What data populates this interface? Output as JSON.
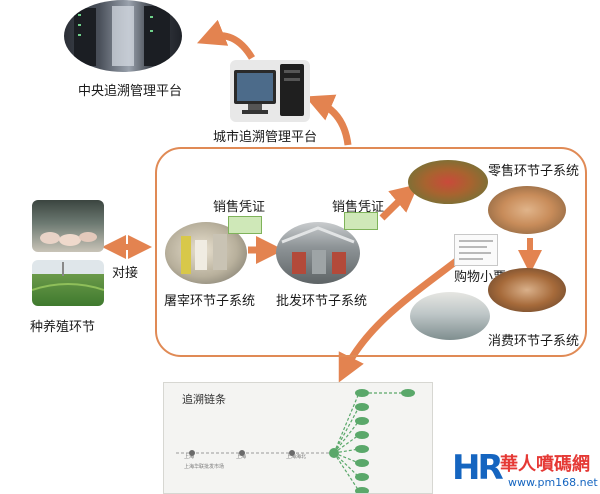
{
  "nodes": {
    "central": "中央追溯管理平台",
    "city": "城市追溯管理平台",
    "farming": "种养殖环节",
    "docking": "对接",
    "slaughter": "屠宰环节子系统",
    "wholesale": "批发环节子系统",
    "retail": "零售环节子系统",
    "consumption": "消费环节子系统",
    "receipt": "购物小票",
    "sales_cert_1": "销售凭证",
    "sales_cert_2": "销售凭证"
  },
  "chain_panel": {
    "title": "追溯链条",
    "tiny_labels": [
      "上海",
      "上海华联批发市场",
      "上海",
      "上海海北"
    ]
  },
  "logo": {
    "mark": "HR",
    "name": "華人噴碼網",
    "url": "www.pm168.net"
  },
  "colors": {
    "frame": "#e08a55",
    "arrow": "#e38350",
    "chain_node": "#5aa86a",
    "logo_blue": "#1565c0",
    "logo_red": "#e53935"
  }
}
